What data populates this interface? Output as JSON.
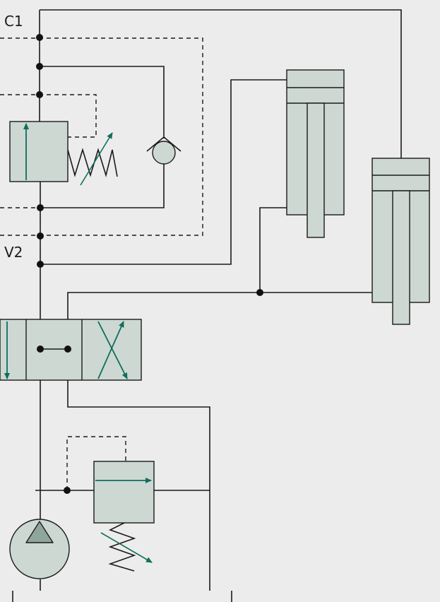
{
  "labels": {
    "c1": "C1",
    "v2": "V2"
  },
  "colors": {
    "background": "#ececec",
    "line": "#1a1a1a",
    "component_fill": "#cdd8d3",
    "accent_arrow": "#0f6e5c",
    "pump_triangle": "#8fa69c"
  },
  "components": [
    "pressure-relief-valve-upper",
    "check-valve",
    "hydraulic-cylinder-left",
    "hydraulic-cylinder-right",
    "directional-control-valve",
    "pressure-relief-valve-lower",
    "hydraulic-pump"
  ]
}
